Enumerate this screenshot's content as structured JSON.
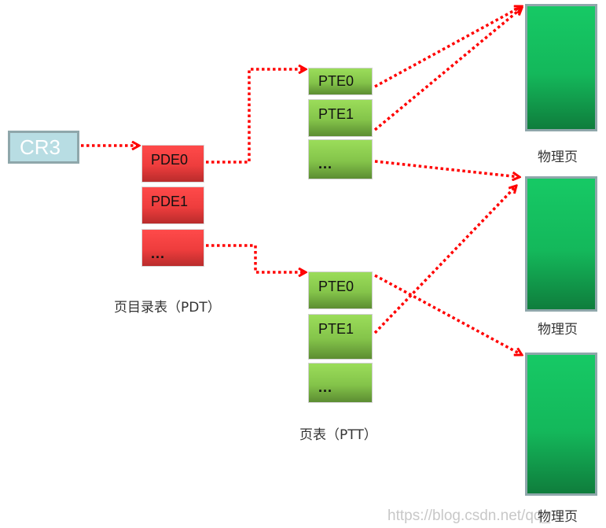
{
  "cr3": {
    "label": "CR3"
  },
  "pdt": {
    "entries": [
      "PDE0",
      "PDE1",
      "..."
    ],
    "caption": "页目录表（PDT）"
  },
  "ptt_1": {
    "entries": [
      "PTE0",
      "PTE1",
      "..."
    ]
  },
  "ptt_2": {
    "entries": [
      "PTE0",
      "PTE1",
      "..."
    ],
    "caption": "页表（PTT）"
  },
  "physical_pages": [
    {
      "caption": "物理页"
    },
    {
      "caption": "物理页"
    },
    {
      "caption": "物理页"
    }
  ],
  "arrows": [
    {
      "from": "CR3",
      "to": "PDE0"
    },
    {
      "from": "PDE0",
      "to": "PTT1.PTE0"
    },
    {
      "from": "PDE...",
      "to": "PTT2.PTE0"
    },
    {
      "from": "PTT1.PTE0",
      "to": "physical_page_1"
    },
    {
      "from": "PTT1.PTE1",
      "to": "physical_page_1"
    },
    {
      "from": "PTT1....",
      "to": "physical_page_2"
    },
    {
      "from": "PTT2.PTE1",
      "to": "physical_page_2"
    },
    {
      "from": "PTT2.PTE0",
      "to": "physical_page_3"
    }
  ],
  "colors": {
    "arrow": "#ff0000",
    "pde": "#ee3d3d",
    "pte": "#84c44a",
    "physical": "#14b85b",
    "cr3": "#b8dde3"
  },
  "watermark": "https://blog.csdn.net/qq_"
}
